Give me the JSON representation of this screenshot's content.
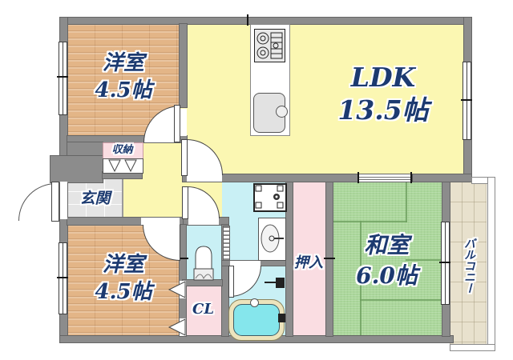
{
  "plan": {
    "type": "apartment-floorplan",
    "rooms": {
      "western_room_1": {
        "label": "洋室",
        "size": "4.5帖"
      },
      "ldk": {
        "label": "LDK",
        "size": "13.5帖"
      },
      "storage": {
        "label": "収納"
      },
      "entrance": {
        "label": "玄関"
      },
      "western_room_2": {
        "label": "洋室",
        "size": "4.5帖"
      },
      "closet": {
        "label": "CL"
      },
      "oshiire": {
        "label": "押入"
      },
      "japanese_room": {
        "label": "和室",
        "size": "6.0帖"
      },
      "balcony": {
        "label": "バルコニー"
      }
    },
    "fixtures": [
      "gas-stove",
      "kitchen-counter",
      "kitchen-sink",
      "washing-machine-pan",
      "washbasin",
      "toilet",
      "bathtub",
      "shower-valve",
      "folding-closet-doors",
      "sliding-door",
      "hinged-doors",
      "windows"
    ],
    "colors": {
      "wall": "#8c8c8c",
      "ldk_floor": "#fbf7b2",
      "wood_floor": "#e3b587",
      "tatami": "#abd79b",
      "wet_rooms": "#c9f0f5",
      "closet_pink": "#fadde2",
      "entrance_tile": "#d7d7d7",
      "balcony_floor": "#e8e1cd",
      "bath_water": "#85e6ec",
      "label_text": "#1c3a70"
    }
  }
}
